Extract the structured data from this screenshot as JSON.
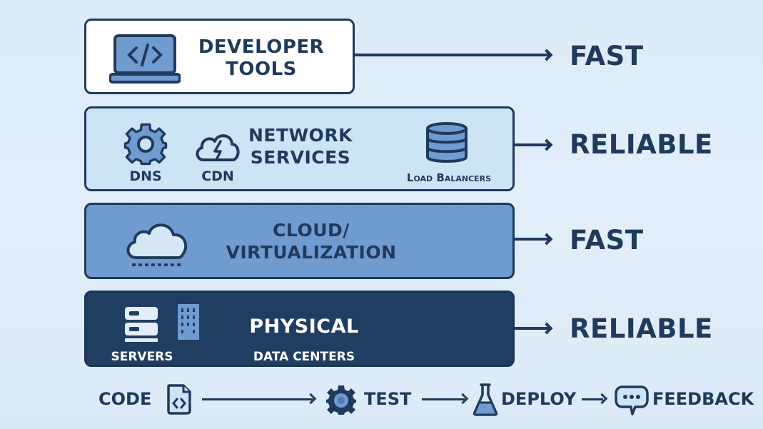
{
  "diagram": {
    "layers": [
      {
        "id": "developer-tools",
        "title_line1": "DEVELOPER",
        "title_line2": "TOOLS",
        "quality": "FAST",
        "icon": "laptop-code-icon",
        "fill_color": "#ffffff"
      },
      {
        "id": "network-services",
        "title_line1": "NETWORK",
        "title_line2": "SERVICES",
        "quality": "RELIABLE",
        "fill_color": "#cde4f5",
        "components": [
          {
            "label": "DNS",
            "icon": "gear-icon"
          },
          {
            "label": "CDN",
            "icon": "cloud-lightning-icon"
          },
          {
            "label": "Load Balancers",
            "icon": "database-icon"
          }
        ]
      },
      {
        "id": "cloud-virtualization",
        "title_line1": "CLOUD/",
        "title_line2": "VIRTUALIZATION",
        "quality": "FAST",
        "icon": "cloud-icon",
        "fill_color": "#6f9bcf"
      },
      {
        "id": "physical",
        "title_line1": "PHYSICAL",
        "quality": "RELIABLE",
        "fill_color": "#1f3e62",
        "components": [
          {
            "label": "SERVERS",
            "icon": "server-icon"
          },
          {
            "label": "DATA CENTERS",
            "icon": "building-icon"
          }
        ]
      }
    ],
    "pipeline": [
      {
        "label": "CODE",
        "icon": "code-file-icon"
      },
      {
        "label": "TEST",
        "icon": "gear-icon"
      },
      {
        "label": "DEPLOY",
        "icon": "flask-icon"
      },
      {
        "label": "FEEDBACK",
        "icon": "chat-bubble-icon"
      }
    ],
    "colors": {
      "ink": "#1f3a5c",
      "accent": "#6f9bcf",
      "light": "#cde4f5",
      "dark": "#1f3e62"
    }
  }
}
